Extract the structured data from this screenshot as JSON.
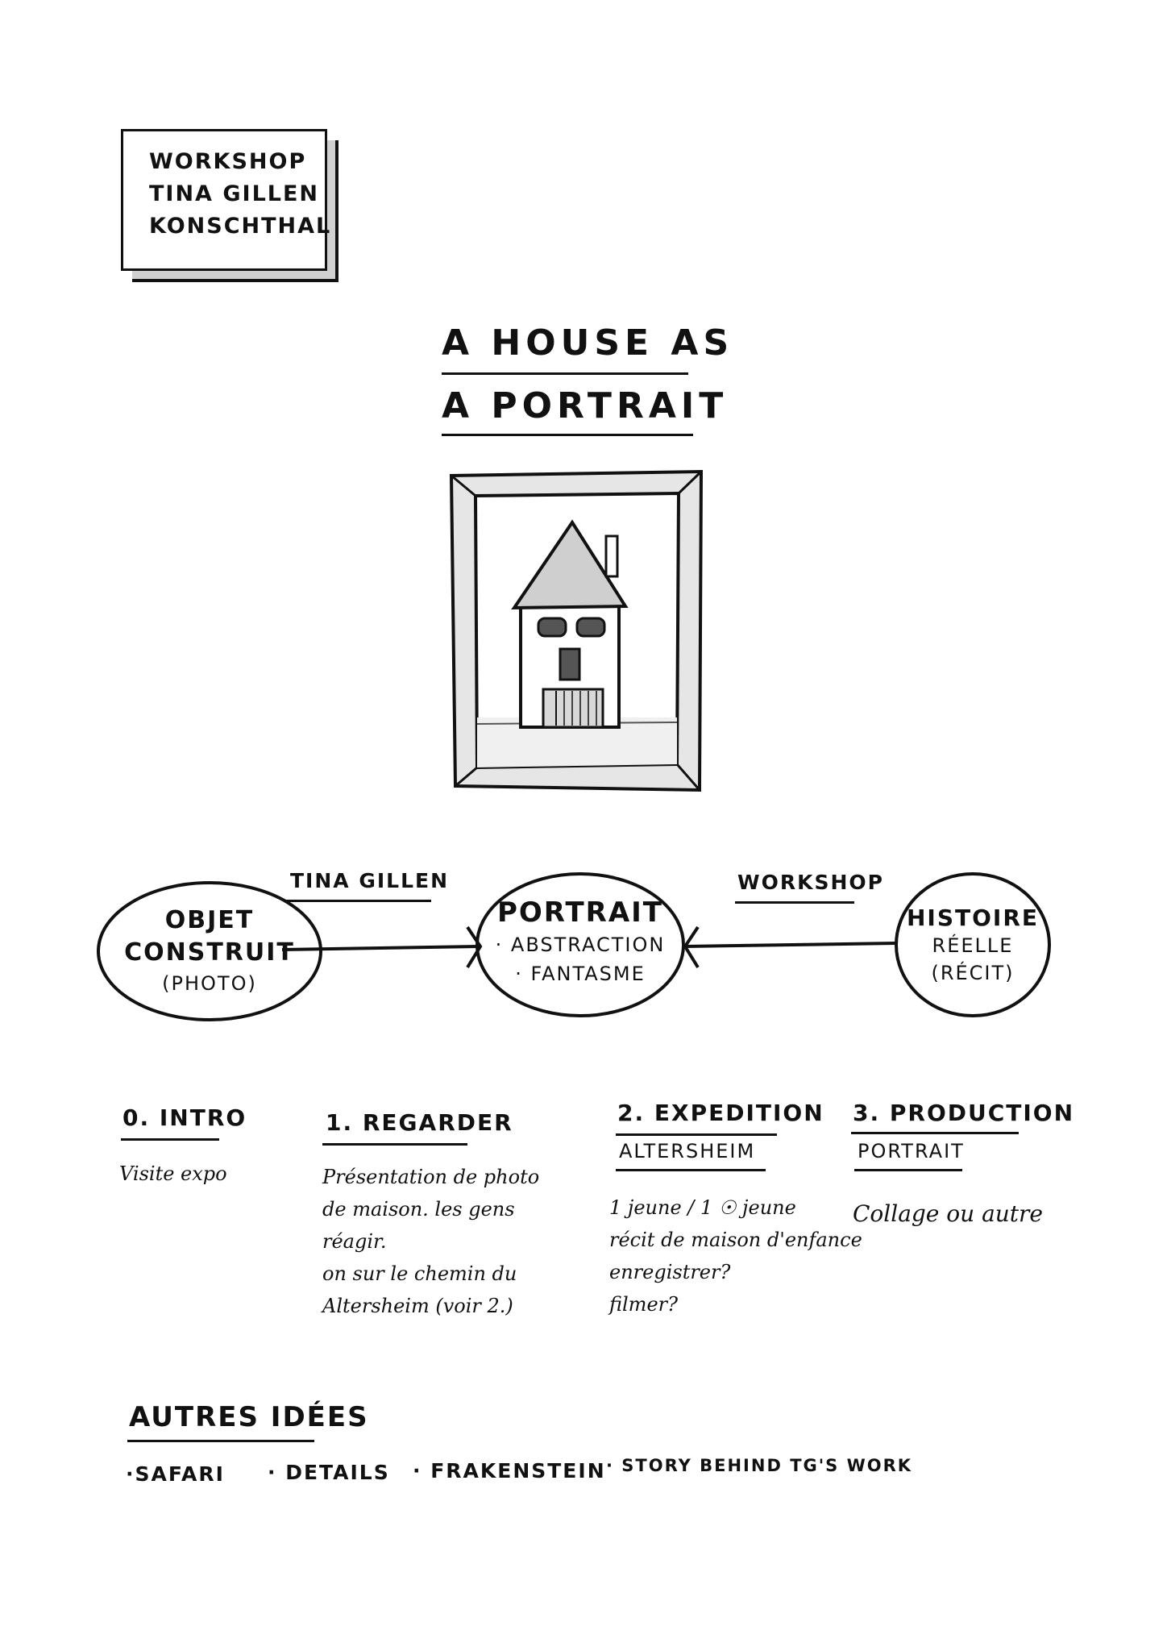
{
  "header": {
    "lines": [
      "WORKSHOP",
      "TINA GILLEN",
      "KONSCHTHAL"
    ]
  },
  "title": {
    "line1": "A HOUSE AS",
    "line2": "A PORTRAIT"
  },
  "diagram": {
    "nodes": [
      {
        "title": "OBJET CONSTRUIT",
        "sub": "(PHOTO)"
      },
      {
        "title": "PORTRAIT",
        "items": [
          "· ABSTRACTION",
          "· FANTASME"
        ]
      },
      {
        "title": "HISTOIRE",
        "sub1": "RÉELLE",
        "sub2": "(RÉCIT)"
      }
    ],
    "edges": [
      {
        "label": "TINA GILLEN"
      },
      {
        "label": "WORKSHOP"
      }
    ]
  },
  "steps": [
    {
      "heading": "0. INTRO",
      "text": [
        "Visite expo"
      ]
    },
    {
      "heading": "1. REGARDER",
      "text": [
        "Présentation de photo",
        "de maison. les gens",
        "réagir.",
        "on sur le chemin du",
        "Altersheim (voir 2.)"
      ]
    },
    {
      "heading": "2. EXPEDITION",
      "sub": "ALTERSHEIM",
      "text": [
        "1 jeune / 1 ☉ jeune",
        "récit de maison d'enfance",
        "enregistrer?",
        "filmer?"
      ]
    },
    {
      "heading": "3. PRODUCTION",
      "sub": "PORTRAIT",
      "text": [
        "Collage ou autre"
      ]
    }
  ],
  "ideas": {
    "heading": "AUTRES IDÉES",
    "items": [
      "·SAFARI",
      "· DETAILS",
      "· FRAKENSTEIN",
      "· STORY BEHIND TG's WORK"
    ]
  }
}
